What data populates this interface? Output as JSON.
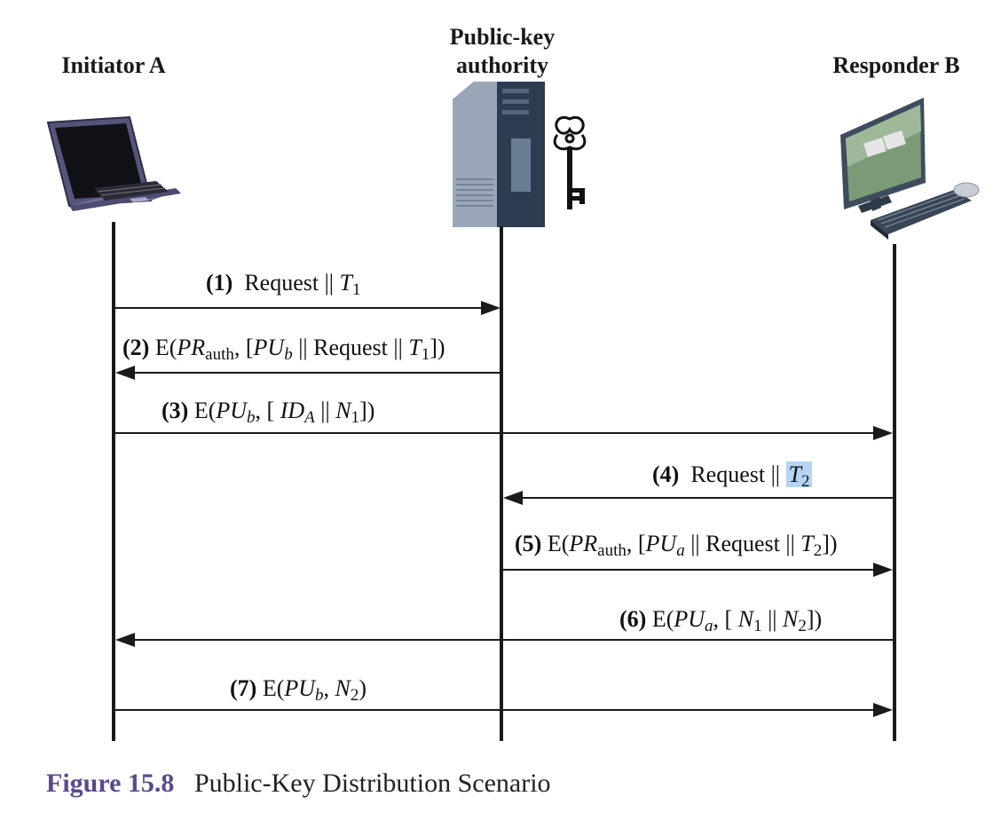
{
  "actors": {
    "initiator": "Initiator A",
    "authority_line1": "Public-key",
    "authority_line2": "authority",
    "responder": "Responder B"
  },
  "icons": {
    "initiator": "laptop-icon",
    "authority": "server-tower-icon",
    "key": "key-icon",
    "responder": "desktop-computer-icon"
  },
  "messages": [
    {
      "num": "(1)",
      "direction": "A to authority"
    },
    {
      "num": "(2)",
      "direction": "authority to A"
    },
    {
      "num": "(3)",
      "direction": "A to B"
    },
    {
      "num": "(4)",
      "direction": "B to authority"
    },
    {
      "num": "(5)",
      "direction": "authority to B"
    },
    {
      "num": "(6)",
      "direction": "B to A"
    },
    {
      "num": "(7)",
      "direction": "A to B"
    }
  ],
  "caption": {
    "figure": "Figure 15.8",
    "title": "Public-Key Distribution Scenario"
  }
}
